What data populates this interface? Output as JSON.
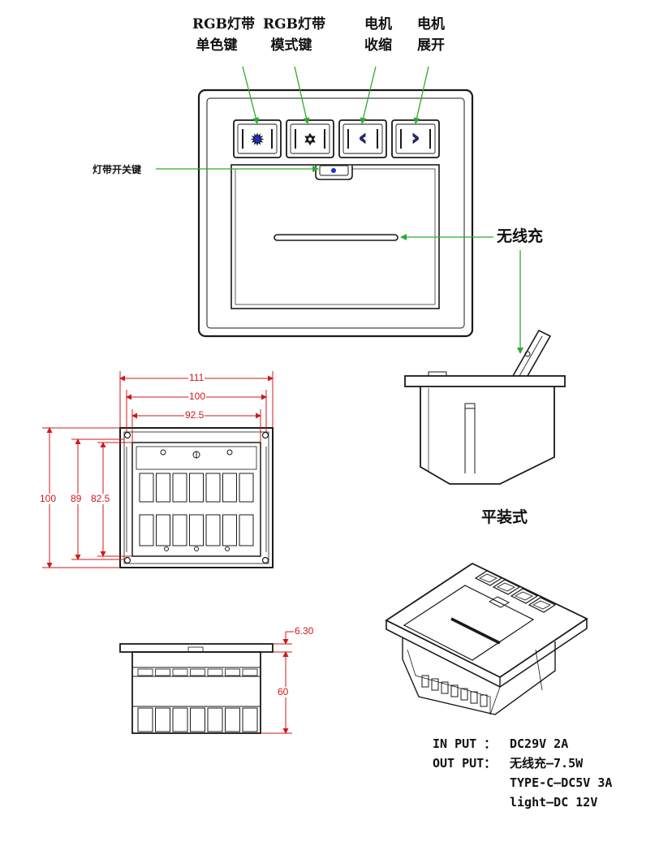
{
  "callouts": {
    "rgb_single": [
      "RGB灯带",
      "单色键"
    ],
    "rgb_mode": [
      "RGB灯带",
      "模式键"
    ],
    "motor_retract": [
      "电机",
      "收缩"
    ],
    "motor_extend": [
      "电机",
      "展开"
    ],
    "light_switch": "灯带开关键",
    "wireless": "无线充",
    "flat_mount": "平装式"
  },
  "buttons": [
    {
      "icon": "sun-icon",
      "glyph": "✹"
    },
    {
      "icon": "star-icon",
      "glyph": "✡"
    },
    {
      "icon": "chevron-left-icon",
      "glyph": "‹"
    },
    {
      "icon": "chevron-right-icon",
      "glyph": "›"
    }
  ],
  "dimensions": {
    "width_outer": "111",
    "width_mid": "100",
    "width_inner": "92.5",
    "height_outer": "100",
    "height_mid": "89",
    "height_inner": "82.5",
    "flange": "6.30",
    "depth": "60"
  },
  "specs": {
    "input_label": "IN PUT ：",
    "input_value": "DC29V 2A",
    "output_label": "OUT PUT：",
    "output_lines": [
      "无线充—7.5W",
      "TYPE-C—DC5V 3A",
      "light—DC 12V"
    ]
  },
  "colors": {
    "line": "#1a1a1a",
    "dimension": "#d01818",
    "leader": "#2eaa2e",
    "icon": "#1b2fd6"
  }
}
